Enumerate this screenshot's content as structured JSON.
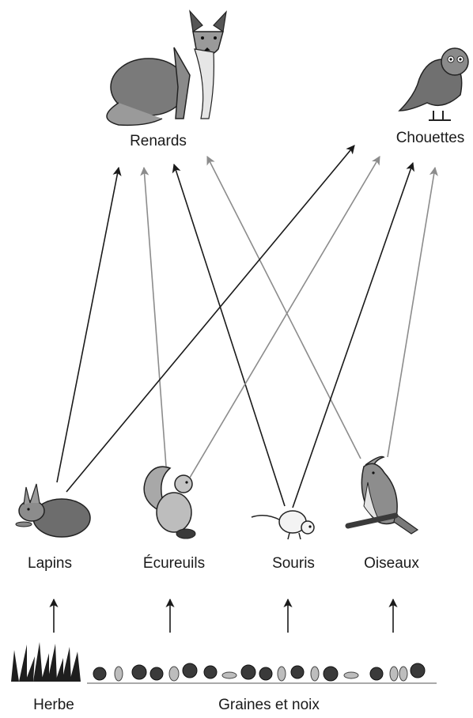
{
  "predators": {
    "fox": "Renards",
    "owl": "Chouettes"
  },
  "consumers": {
    "rabbit": "Lapins",
    "squirrel": "Écureuils",
    "mouse": "Souris",
    "bird": "Oiseaux"
  },
  "producers": {
    "grass": "Herbe",
    "seeds": "Graines et noix"
  },
  "colors": {
    "dark_arrow": "#1a1a1a",
    "gray_arrow": "#8c8c8c"
  },
  "links": [
    {
      "from": "Lapins",
      "to": "Renards",
      "color": "dark"
    },
    {
      "from": "Écureuils",
      "to": "Renards",
      "color": "gray"
    },
    {
      "from": "Souris",
      "to": "Renards",
      "color": "dark"
    },
    {
      "from": "Oiseaux",
      "to": "Renards",
      "color": "gray"
    },
    {
      "from": "Lapins",
      "to": "Chouettes",
      "color": "dark"
    },
    {
      "from": "Écureuils",
      "to": "Chouettes",
      "color": "gray"
    },
    {
      "from": "Souris",
      "to": "Chouettes",
      "color": "dark"
    },
    {
      "from": "Oiseaux",
      "to": "Chouettes",
      "color": "gray"
    },
    {
      "from": "Herbe",
      "to": "Lapins",
      "color": "dark"
    },
    {
      "from": "Graines et noix",
      "to": "Écureuils",
      "color": "dark"
    },
    {
      "from": "Graines et noix",
      "to": "Souris",
      "color": "dark"
    },
    {
      "from": "Graines et noix",
      "to": "Oiseaux",
      "color": "dark"
    }
  ]
}
